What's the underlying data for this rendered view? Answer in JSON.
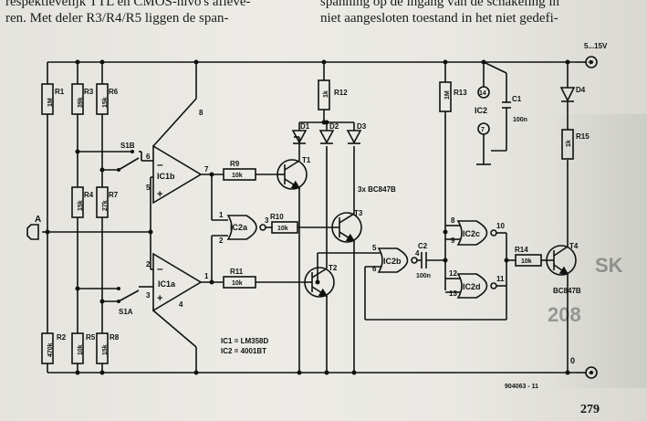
{
  "article": {
    "lines": [
      "respektievelijk TTL en CMOS-nivo's afleve-",
      "ren. Met deler R3/R4/R5 liggen de span-",
      "spanning op de ingang van de schakeling in",
      "niet aangesloten toestand in het niet gedefi-"
    ],
    "page_number": "279"
  },
  "schematic": {
    "supply_label": "5...15V",
    "ground_label": "0",
    "input_label": "A",
    "figure_code": "904063 - 11",
    "ic_note": [
      "IC1 = LM358D",
      "IC2 = 4001BT"
    ],
    "transistor_note": "3x BC847B",
    "opamps": {
      "top": {
        "name": "IC1b",
        "pin_minus": "6",
        "pin_plus": "5",
        "pin_out": "7"
      },
      "bottom": {
        "name": "IC1a",
        "pin_minus": "2",
        "pin_plus": "3",
        "pin_out": "1",
        "pin_supply": "4",
        "pin_supply_top": "8"
      }
    },
    "gates": {
      "ic2a": {
        "name": "IC2a",
        "pin_in1": "1",
        "pin_in2": "2",
        "pin_out": "3"
      },
      "ic2b": {
        "name": "IC2b",
        "pin_in1": "5",
        "pin_in2": "6",
        "pin_out": "4"
      },
      "ic2c": {
        "name": "IC2c",
        "pin_in1": "8",
        "pin_in2": "9",
        "pin_out": "10"
      },
      "ic2d": {
        "name": "IC2d",
        "pin_in1": "12",
        "pin_in2": "13",
        "pin_out": "11"
      }
    },
    "ic2_supply": {
      "name": "IC2",
      "pin_vdd": "14",
      "pin_vss": "7"
    },
    "resistors": {
      "r1": {
        "name": "R1",
        "value": "1M"
      },
      "r2": {
        "name": "R2",
        "value": "470k"
      },
      "r3": {
        "name": "R3",
        "value": "39k"
      },
      "r4": {
        "name": "R4",
        "value": "15k"
      },
      "r5": {
        "name": "R5",
        "value": "10k"
      },
      "r6": {
        "name": "R6",
        "value": "15k"
      },
      "r7": {
        "name": "R7",
        "value": "27k"
      },
      "r8": {
        "name": "R8",
        "value": "15k"
      },
      "r9": {
        "name": "R9",
        "value": "10k"
      },
      "r10": {
        "name": "R10",
        "value": "10k"
      },
      "r11": {
        "name": "R11",
        "value": "10k"
      },
      "r12": {
        "name": "R12",
        "value": "1k"
      },
      "r13": {
        "name": "R13",
        "value": "1M"
      },
      "r14": {
        "name": "R14",
        "value": "10k"
      },
      "r15": {
        "name": "R15",
        "value": "1k"
      }
    },
    "capacitors": {
      "c1": {
        "name": "C1",
        "value": "100n"
      },
      "c2": {
        "name": "C2",
        "value": "100n"
      }
    },
    "transistors": {
      "t1": "T1",
      "t2": "T2",
      "t3": "T3",
      "t4": "T4",
      "t4_type": "BC847B"
    },
    "leds": {
      "d1": "D1",
      "d2": "D2",
      "d3": "D3",
      "d4": "D4"
    },
    "switches": {
      "s1a": "S1A",
      "s1b": "S1B"
    },
    "opposite_page_fragments": [
      "SK",
      "208"
    ]
  }
}
